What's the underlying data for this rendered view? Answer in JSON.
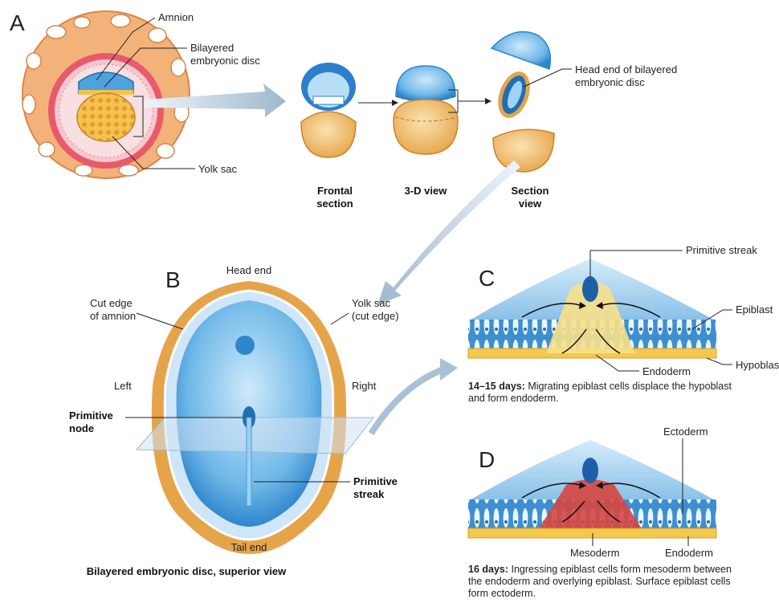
{
  "panels": {
    "a": "A",
    "b": "B",
    "c": "C",
    "d": "D"
  },
  "panel_a": {
    "amnion": "Amnion",
    "bilayered_line1": "Bilayered",
    "bilayered_line2": "embryonic disc",
    "yolk_sac": "Yolk sac",
    "head_end_line1": "Head end of bilayered",
    "head_end_line2": "embryonic disc",
    "frontal_line1": "Frontal",
    "frontal_line2": "section",
    "view3d": "3-D view",
    "section_line1": "Section",
    "section_line2": "view"
  },
  "panel_b": {
    "head_end": "Head end",
    "cut_edge_line1": "Cut edge",
    "cut_edge_line2": "of amnion",
    "yolk_line1": "Yolk sac",
    "yolk_line2": "(cut edge)",
    "left": "Left",
    "right": "Right",
    "node_line1": "Primitive",
    "node_line2": "node",
    "streak_line1": "Primitive",
    "streak_line2": "streak",
    "tail_end": "Tail end",
    "caption": "Bilayered embryonic disc, superior view"
  },
  "panel_c": {
    "primitive_streak": "Primitive streak",
    "epiblast": "Epiblast",
    "endoderm": "Endoderm",
    "hypoblast": "Hypoblast",
    "caption_bold": "14–15 days:",
    "caption_text": " Migrating epiblast cells displace the hypoblast and form endoderm."
  },
  "panel_d": {
    "ectoderm": "Ectoderm",
    "mesoderm": "Mesoderm",
    "endoderm": "Endoderm",
    "caption_bold": "16 days:",
    "caption_text": " Ingressing epiblast cells form mesoderm between the endoderm and overlying epiblast. Surface epiblast cells form ectoderm."
  }
}
